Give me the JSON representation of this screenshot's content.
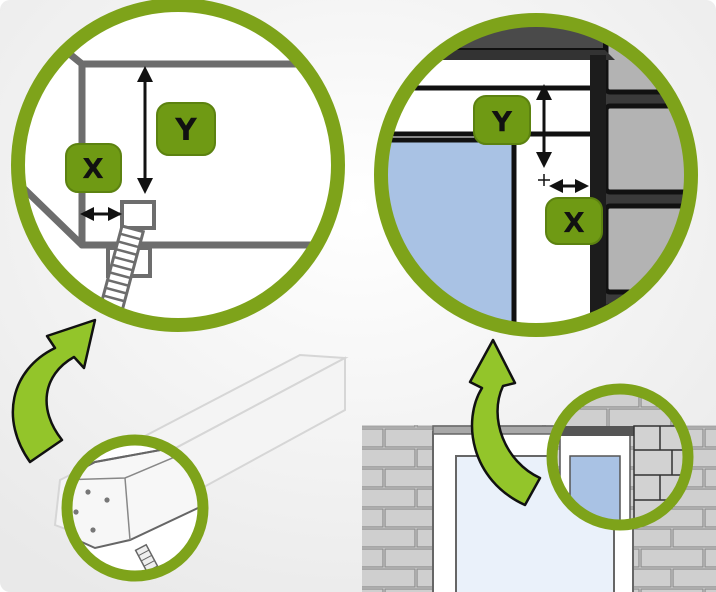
{
  "labels": {
    "left_y": "Y",
    "left_x": "X",
    "right_y": "Y",
    "right_x": "X"
  },
  "colors": {
    "ring_green": "#7ea31a",
    "ring_dark": "#6b8c10",
    "badge_green": "#6f9a14",
    "arrow_green": "#93c52a",
    "glass_blue": "#a9c2e4",
    "brick_gray": "#cfcfcf",
    "wall_gray": "#a8a8a8",
    "background": "#f2f2f2"
  },
  "icons": [
    "measure-arrow-icon",
    "curved-arrow-icon",
    "tape-measure-icon"
  ]
}
